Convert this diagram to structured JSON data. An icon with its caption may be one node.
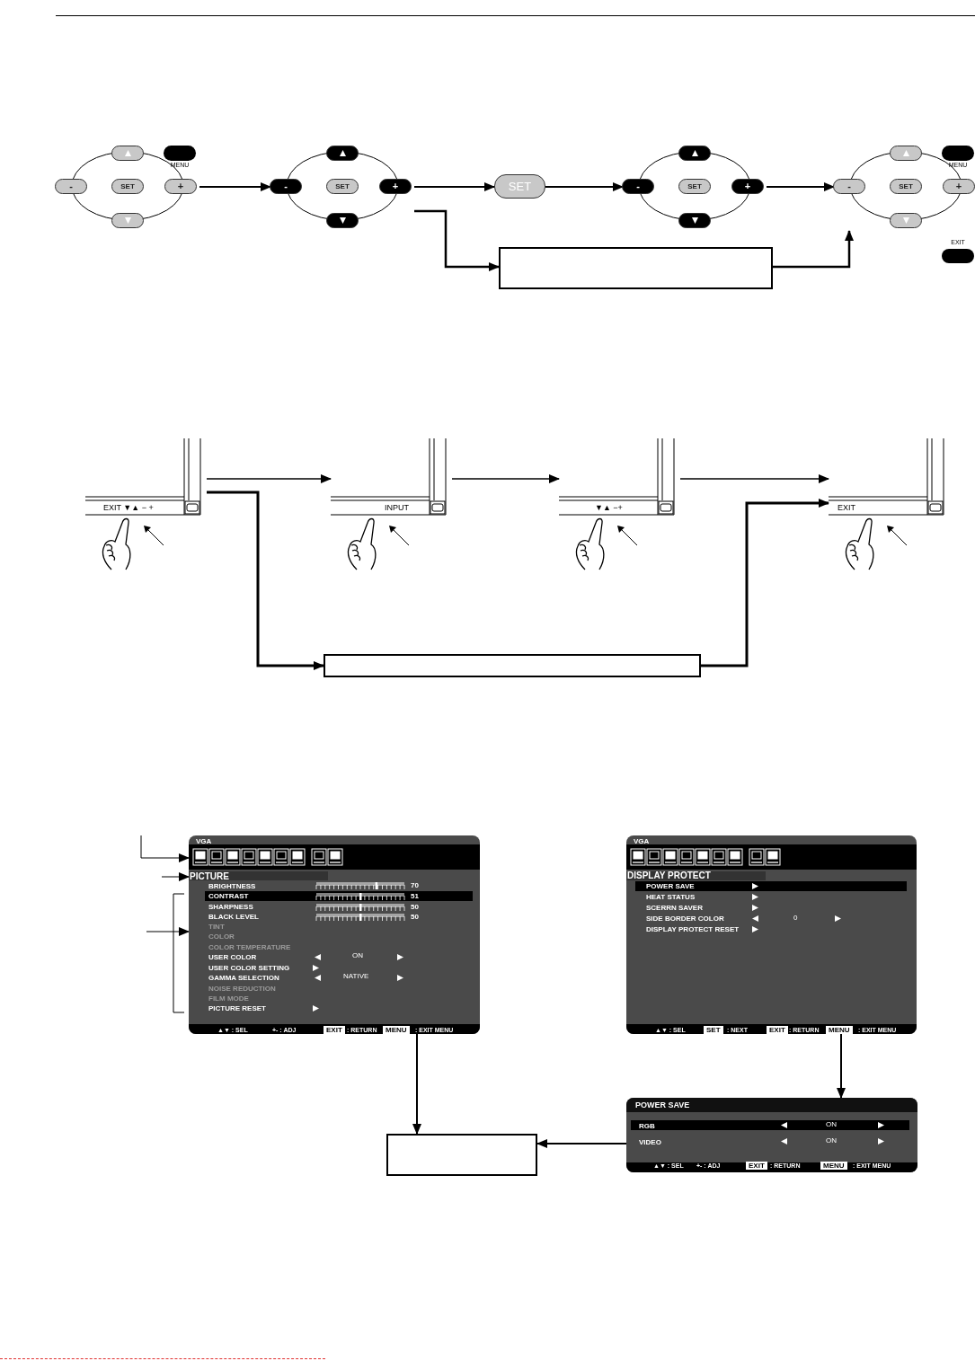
{
  "diagram": {
    "nodes": [
      {
        "text": [
          "MENU",
          "-",
          "SET",
          "+"
        ]
      },
      {
        "text": [
          "-",
          "SET",
          "+"
        ]
      },
      {
        "text": [
          "SET"
        ]
      },
      {
        "text": [
          "-",
          "SET",
          "+"
        ]
      },
      {
        "text": [],
        "shape": "box"
      },
      {
        "text": [
          "MENU",
          "-",
          "SET",
          "+"
        ]
      },
      {
        "text": [
          "EXIT"
        ]
      },
      {
        "text": [
          "EXIT ▼▲ − +"
        ]
      },
      {
        "text": [
          "INPUT"
        ]
      },
      {
        "text": [
          "▼▲ −+"
        ]
      },
      {
        "text": [
          "EXIT"
        ]
      },
      {
        "text": [],
        "shape": "box"
      },
      {
        "text": [
          "VGA",
          "PICTURE",
          "BRIGHTNESS",
          "70",
          "CONTRAST",
          "51",
          "SHARPNESS",
          "50",
          "BLACK LEVEL",
          "50",
          "TINT",
          "COLOR",
          "COLOR TEMPERATURE",
          "USER COLOR",
          "ON",
          "USER COLOR SETTING",
          "GAMMA SELECTION",
          "NATIVE",
          "NOISE REDUCTION",
          "FILM MODE",
          "PICTURE RESET",
          "▲▼ : SEL",
          "+- : ADJ",
          "EXIT",
          ": RETURN",
          "MENU",
          ": EXIT MENU"
        ]
      },
      {
        "text": [],
        "shape": "bar",
        "in": 12
      },
      {
        "text": [
          "VGA",
          "DISPLAY PROTECT",
          "POWER SAVE",
          "HEAT STATUS",
          "SCERRN SAVER",
          "SIDE BORDER COLOR",
          "0",
          "DISPLAY PROTECT RESET",
          "▲▼ : SEL",
          "SET",
          ": NEXT",
          "EXIT",
          ": RETURN",
          "MENU",
          ": EXIT MENU"
        ]
      },
      {
        "text": [
          "POWER SAVE",
          "RGB",
          "ON",
          "VIDEO",
          "ON",
          "▲▼ : SEL",
          "+- : ADJ",
          "EXIT",
          ": RETURN",
          "MENU",
          ": EXIT MENU"
        ]
      },
      {
        "text": [],
        "shape": "box"
      }
    ],
    "edges": [
      {
        "from": 0,
        "to": 1,
        "arrow": "to"
      },
      {
        "from": 1,
        "to": 2,
        "arrow": "to"
      },
      {
        "from": 2,
        "to": 3,
        "arrow": "to"
      },
      {
        "from": 3,
        "to": 5,
        "arrow": "to"
      },
      {
        "from": 1,
        "to": 4,
        "arrow": "to"
      },
      {
        "from": 4,
        "to": 5,
        "arrow": "to"
      },
      {
        "from": 7,
        "to": 8,
        "arrow": "to"
      },
      {
        "from": 8,
        "to": 9,
        "arrow": "to"
      },
      {
        "from": 9,
        "to": 10,
        "arrow": "to"
      },
      {
        "from": 7,
        "to": 11,
        "arrow": "to"
      },
      {
        "from": 11,
        "to": 10,
        "arrow": "to"
      },
      {
        "from": null,
        "to": 13,
        "arrow": "to"
      },
      {
        "from": null,
        "to": 12,
        "arrow": "to"
      },
      {
        "from": null,
        "to": 12,
        "arrow": "to"
      },
      {
        "from": 12,
        "to": 16,
        "arrow": "to"
      },
      {
        "from": 14,
        "to": 15,
        "arrow": "to"
      },
      {
        "from": 15,
        "to": 16,
        "arrow": "to"
      }
    ]
  }
}
